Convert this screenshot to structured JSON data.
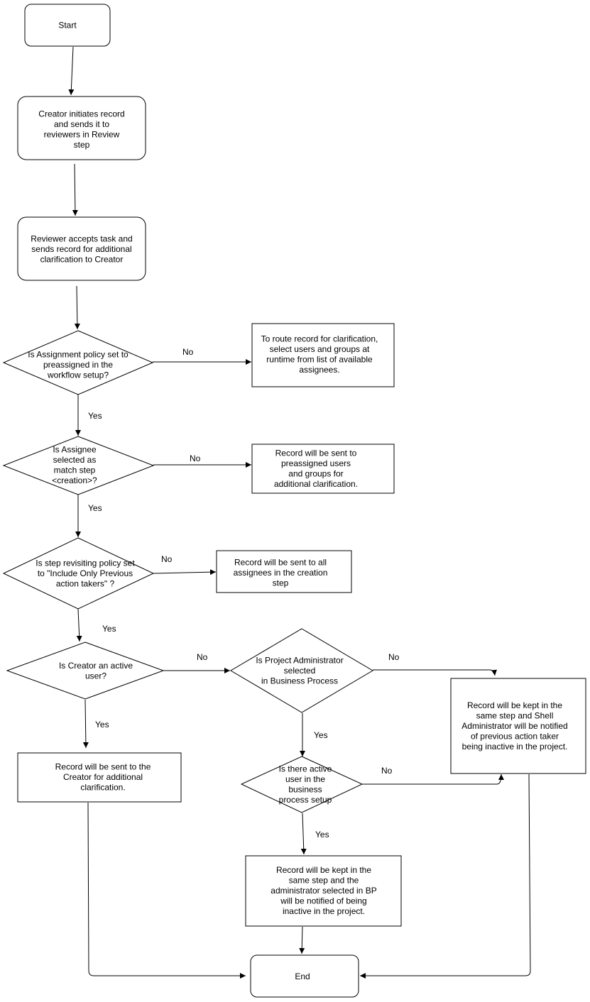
{
  "nodes": {
    "start": {
      "lines": [
        "Start"
      ]
    },
    "creator_initiates": {
      "lines": [
        "Creator initiates record",
        "and sends it to",
        "reviewers in Review",
        "step"
      ]
    },
    "reviewer_accepts": {
      "lines": [
        "Reviewer accepts task and",
        "sends record for additional",
        "clarification to Creator"
      ]
    },
    "q_assignment_policy": {
      "lines": [
        "Is Assignment policy set to",
        "preassigned in the",
        "workflow setup?"
      ]
    },
    "runtime_route": {
      "lines": [
        "To route record for clarification,",
        "select users and groups at",
        "runtime from list of available",
        "assignees."
      ]
    },
    "q_assignee_match": {
      "lines": [
        "Is Assignee",
        "selected as",
        "match step",
        "<creation>?"
      ]
    },
    "preassigned_sent": {
      "lines": [
        "Record will be sent to",
        "preassigned users",
        "and groups for",
        "additional clarification."
      ]
    },
    "q_revisiting_policy": {
      "lines": [
        "Is step revisiting policy set",
        "to \"Include Only Previous",
        "action takers\" ?"
      ]
    },
    "sent_all_assignees": {
      "lines": [
        "Record will be sent to all",
        "assignees in the creation",
        "step"
      ]
    },
    "q_creator_active": {
      "lines": [
        "Is Creator an active",
        "user?"
      ]
    },
    "q_project_admin": {
      "lines": [
        "Is Project Administrator",
        "selected",
        "in Business Process"
      ]
    },
    "shell_admin_notified": {
      "lines": [
        "Record will be kept in the",
        "same step and Shell",
        "Administrator will be notified",
        "of previous action taker",
        "being inactive in the project."
      ]
    },
    "sent_to_creator": {
      "lines": [
        "Record will be sent to the",
        "Creator for additional",
        "clarification."
      ]
    },
    "q_active_user_bp": {
      "lines": [
        "Is there active",
        "user in the",
        "business",
        "process setup"
      ]
    },
    "bp_admin_notified": {
      "lines": [
        "Record will be kept in the",
        "same step and the",
        "administrator selected in BP",
        "will be notified of being",
        "inactive in the project."
      ]
    },
    "end": {
      "lines": [
        "End"
      ]
    }
  },
  "edge_labels": {
    "assignment_no": "No",
    "assignment_yes": "Yes",
    "assignee_no": "No",
    "assignee_yes": "Yes",
    "revisiting_no": "No",
    "revisiting_yes": "Yes",
    "creator_no": "No",
    "creator_yes": "Yes",
    "project_admin_no": "No",
    "project_admin_yes": "Yes",
    "active_user_no": "No",
    "active_user_yes": "Yes"
  }
}
